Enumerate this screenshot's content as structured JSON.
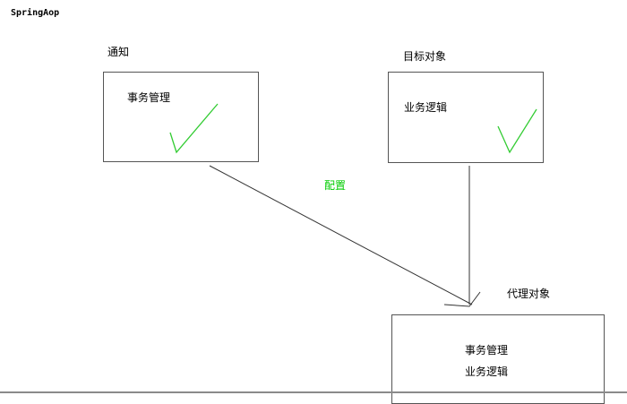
{
  "title": "SpringAop",
  "advice": {
    "caption": "通知",
    "content": "事务管理"
  },
  "target": {
    "caption": "目标对象",
    "content": "业务逻辑"
  },
  "config_label": "配置",
  "proxy": {
    "caption": "代理对象",
    "line1": "事务管理",
    "line2": "业务逻辑"
  },
  "colors": {
    "check": "#33cc33",
    "config": "#00cc00",
    "border": "#555555",
    "line": "#333333"
  },
  "icons": {
    "check": "check-icon"
  }
}
